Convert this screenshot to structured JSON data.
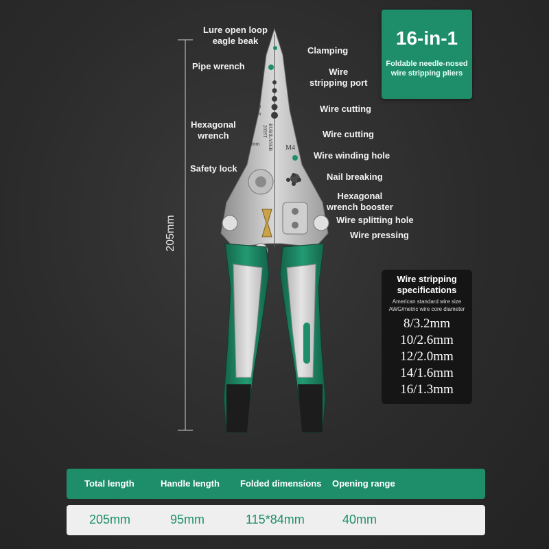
{
  "colors": {
    "accent": "#1e8e6a",
    "background": "#2b2b2b",
    "handle_green": "#1e7a5a",
    "handle_grey": "#d4d4d4"
  },
  "badge": {
    "title": "16-in-1",
    "subtitle_line1": "Foldable needle-nosed",
    "subtitle_line2": "wire stripping pliers"
  },
  "dimension": {
    "height_label": "205mm"
  },
  "tool_marks": {
    "brand": "BUBILANEB",
    "model": "205ST",
    "m4": "M4",
    "size_10": "10mm",
    "size_6": "6mm",
    "ticks": [
      "16",
      "14",
      "12",
      "10",
      "8"
    ]
  },
  "features": {
    "lure_line1": "Lure open loop",
    "lure_line2": "eagle beak",
    "clamping": "Clamping",
    "pipe_wrench": "Pipe wrench",
    "stripping_line1": "Wire",
    "stripping_line2": "stripping port",
    "cutting_1": "Wire cutting",
    "hex_line1": "Hexagonal",
    "hex_line2": "wrench",
    "cutting_2": "Wire cutting",
    "winding": "Wire winding hole",
    "safety_lock": "Safety lock",
    "nail_breaking": "Nail breaking",
    "booster_line1": "Hexagonal",
    "booster_line2": "wrench booster",
    "splitting": "Wire splitting hole",
    "pressing": "Wire pressing"
  },
  "specs": {
    "title_line1": "Wire stripping",
    "title_line2": "specifications",
    "sub_line1": "American standard wire size",
    "sub_line2": "AWG/metric wire core diameter",
    "values": [
      "8/3.2mm",
      "10/2.6mm",
      "12/2.0mm",
      "14/1.6mm",
      "16/1.3mm"
    ]
  },
  "dimensions_table": {
    "headers": [
      "Total length",
      "Handle length",
      "Folded dimensions",
      "Opening range"
    ],
    "values": [
      "205mm",
      "95mm",
      "115*84mm",
      "40mm"
    ]
  }
}
